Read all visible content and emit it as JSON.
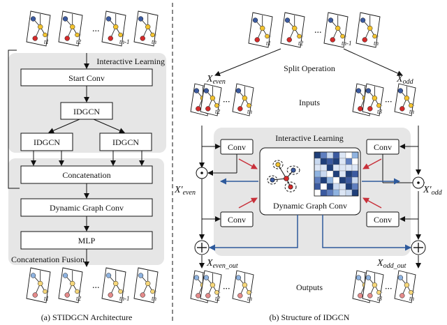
{
  "left": {
    "caption": "(a) STIDGCN Architecture",
    "interactive_label": "Interactive Learning",
    "start_conv": "Start Conv",
    "idgcn_top": "IDGCN",
    "idgcn_left": "IDGCN",
    "idgcn_right": "IDGCN",
    "concatenation": "Concatenation",
    "dynamic_graph_conv": "Dynamic Graph Conv",
    "mlp": "MLP",
    "fusion_label": "Concatenation Fusion",
    "frames_top": [
      "t1",
      "t2",
      "tn-1",
      "tn"
    ],
    "frames_bottom": [
      "t1",
      "t2",
      "tn-1",
      "tn"
    ],
    "ellipsis": "..."
  },
  "right": {
    "caption": "(b) Structure of IDGCN",
    "split_operation": "Split Operation",
    "x_even": "X",
    "x_even_sub": "even",
    "x_odd": "X",
    "x_odd_sub": "odd",
    "inputs": "Inputs",
    "interactive_label": "Interactive Learning",
    "conv": "Conv",
    "dynamic_graph_conv": "Dynamic Graph Conv",
    "x_even_prime": "X′",
    "x_odd_prime": "X′",
    "x_even_out_sub": "even_out",
    "x_odd_out_sub": "odd_out",
    "outputs": "Outputs",
    "frames_top": [
      "t1",
      "t2",
      "tn-1",
      "tn"
    ],
    "frames_left_in": [
      "t1",
      "t2",
      "tn"
    ],
    "frames_right_in": [
      "t1",
      "t3",
      "tn"
    ],
    "ellipsis": "..."
  },
  "colors": {
    "node_blue": "#3b5aa0",
    "node_yellow": "#f4c430",
    "node_red": "#d42a2a",
    "node_pink": "#e48a8a",
    "node_lightblue": "#8fb3e0",
    "node_lightyellow": "#f6d77a",
    "gray_panel": "#e6e6e6",
    "arrow_red": "#c8303a",
    "arrow_blue": "#2e5a9c"
  }
}
